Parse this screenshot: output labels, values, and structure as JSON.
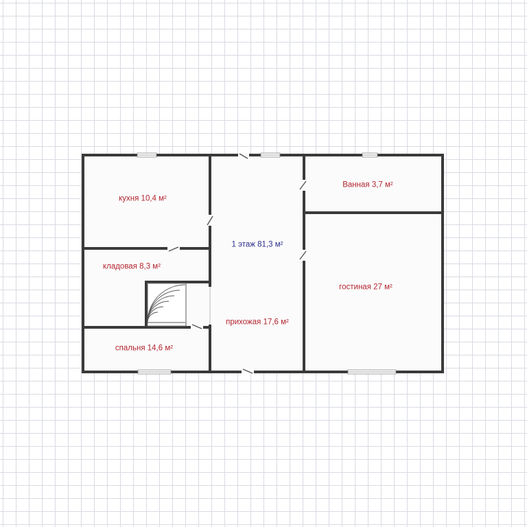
{
  "floor": {
    "label": "1 этаж 81,3 м²",
    "color": "#2b2f8c"
  },
  "rooms": {
    "kitchen": "кухня 10,4 м²",
    "pantry": "кладовая 8,3 м²",
    "bedroom": "спальня 14,6 м²",
    "hallway": "прихожая 17,6 м²",
    "bathroom": "Ванная 3,7 м²",
    "living": "гостиная 27 м²"
  },
  "colors": {
    "room_label": "#b3262f",
    "wall": "#3a3a3a",
    "floor_fill": "#fbfbfc"
  }
}
